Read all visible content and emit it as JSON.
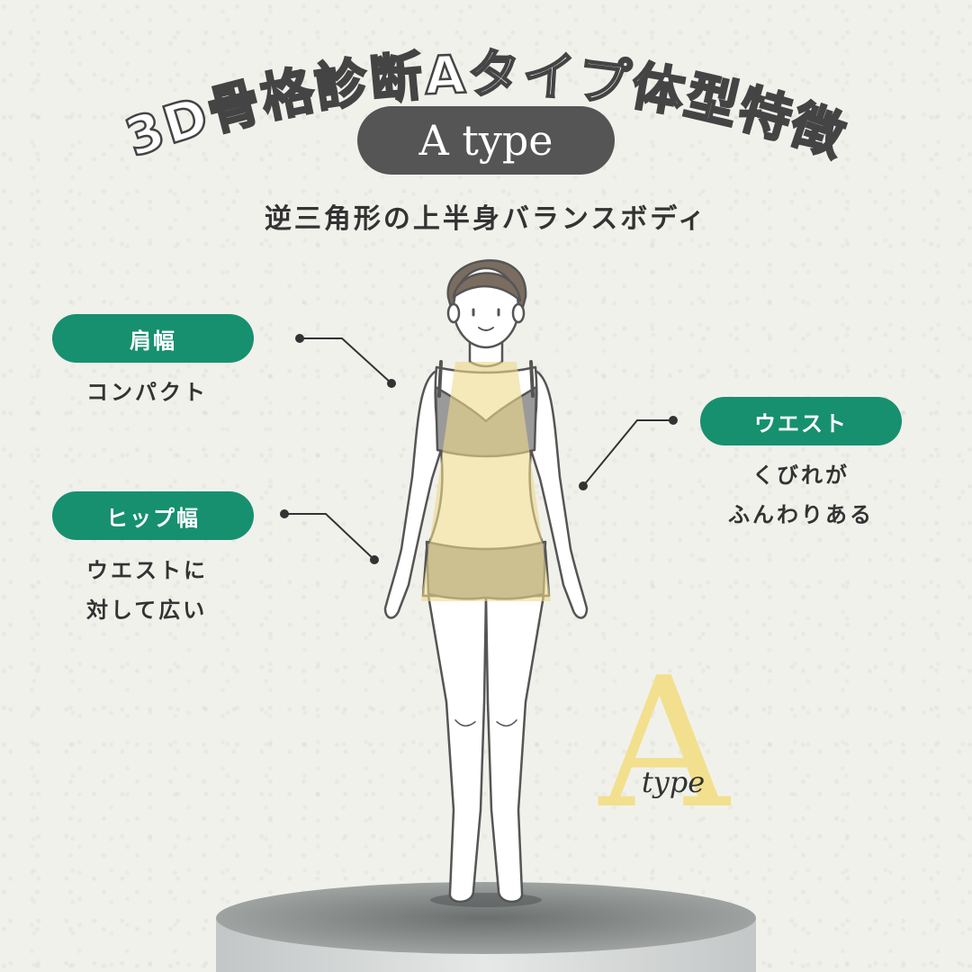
{
  "title": "3D骨格診断Aタイプ体型特徴",
  "type_badge": "A type",
  "subtitle": "逆三角形の上半身バランスボディ",
  "callouts": {
    "shoulder": {
      "label": "肩幅",
      "lines": [
        "コンパクト"
      ]
    },
    "hip": {
      "label": "ヒップ幅",
      "lines": [
        "ウエストに",
        "対して広い"
      ]
    },
    "waist": {
      "label": "ウエスト",
      "lines": [
        "くびれが",
        "ふんわりある"
      ]
    }
  },
  "logo": {
    "letter": "A",
    "word": "type"
  },
  "colors": {
    "accent_green": "#17906f",
    "badge_gray": "#555555",
    "highlight_yellow": "#efd98a",
    "background": "#f1f1ec"
  }
}
